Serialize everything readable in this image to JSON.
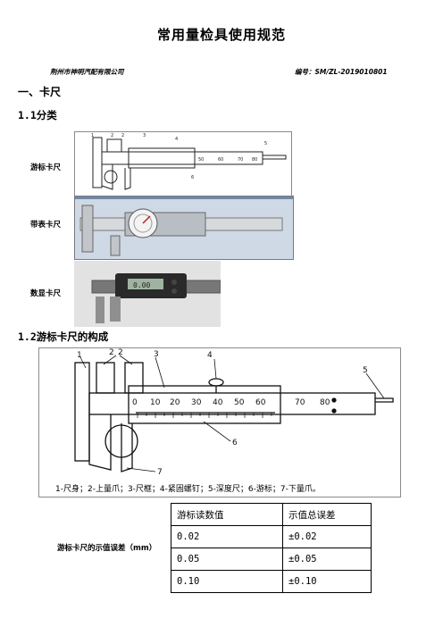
{
  "doc": {
    "title": "常用量检具使用规范",
    "company": "荆州市神明汽配有限公司",
    "code": "编号：SM/ZL-2019010801"
  },
  "section1": {
    "heading": "一、卡尺",
    "sub1": "1.1分类",
    "types": [
      "游标卡尺",
      "带表卡尺",
      "数显卡尺"
    ],
    "sub2": "1.2游标卡尺的构成",
    "diagram": {
      "scale_numbers": [
        "0",
        "10",
        "20",
        "30",
        "40",
        "50",
        "60",
        "70",
        "80"
      ],
      "callouts": [
        "1",
        "2",
        "2",
        "3",
        "4",
        "5",
        "6",
        "7"
      ],
      "small_callouts": [
        "1",
        "2",
        "2",
        "3",
        "4",
        "5",
        "6"
      ],
      "caption": "1-尺身；2-上量爪；3-尺框；4-紧固螺钉；5-深度尺；6-游标；7-下量爪。"
    },
    "digital_readout": "0.00"
  },
  "error_table": {
    "label": "游标卡尺的示值误差（mm）",
    "headers": [
      "游标读数值",
      "示值总误差"
    ],
    "rows": [
      [
        "0.02",
        "±0.02"
      ],
      [
        "0.05",
        "±0.05"
      ],
      [
        "0.10",
        "±0.10"
      ]
    ]
  }
}
